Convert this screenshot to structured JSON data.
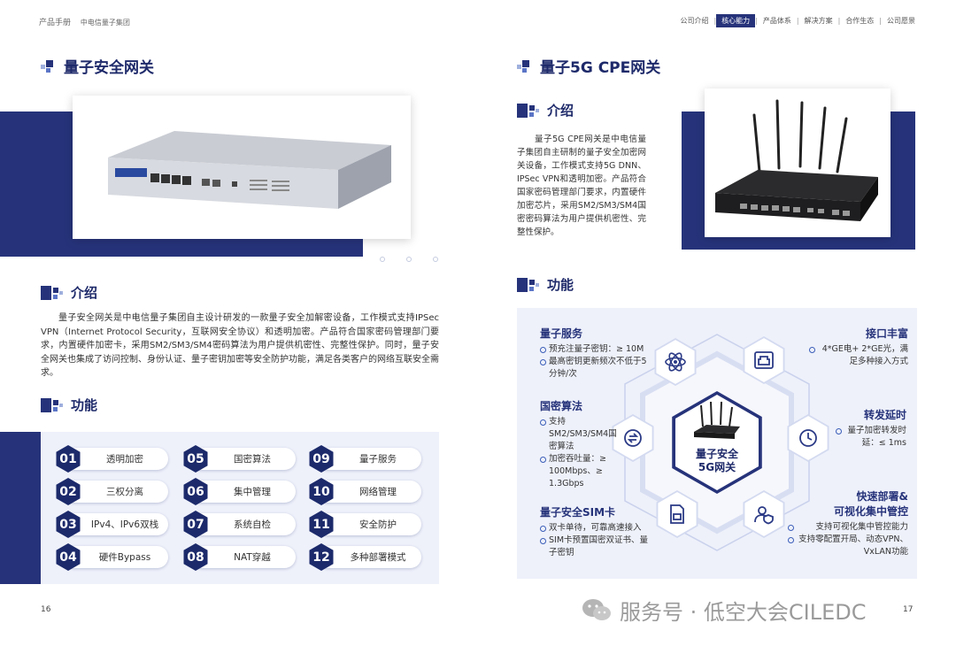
{
  "header": {
    "brand": "产品手册",
    "org": "中电信量子集团",
    "nav": [
      {
        "label": "公司介绍",
        "active": false
      },
      {
        "label": "核心能力",
        "active": true
      },
      {
        "label": "产品体系",
        "active": false
      },
      {
        "label": "解决方案",
        "active": false
      },
      {
        "label": "合作生态",
        "active": false
      },
      {
        "label": "公司愿景",
        "active": false
      }
    ]
  },
  "left": {
    "title": "量子安全网关",
    "intro_heading": "介绍",
    "intro_text": "量子安全网关是中电信量子集团自主设计研发的一款量子安全加解密设备，工作模式支持IPSec VPN（Internet Protocol Security，互联网安全协议）和透明加密。产品符合国家密码管理部门要求，内置硬件加密卡，采用SM2/SM3/SM4密码算法为用户提供机密性、完整性保护。同时，量子安全网关也集成了访问控制、身份认证、量子密钥加密等安全防护功能，满足各类客户的网络互联安全需求。",
    "func_heading": "功能",
    "features": [
      {
        "num": "01",
        "label": "透明加密"
      },
      {
        "num": "02",
        "label": "三权分离"
      },
      {
        "num": "03",
        "label": "IPv4、IPv6双栈"
      },
      {
        "num": "04",
        "label": "硬件Bypass"
      },
      {
        "num": "05",
        "label": "国密算法"
      },
      {
        "num": "06",
        "label": "集中管理"
      },
      {
        "num": "07",
        "label": "系统自检"
      },
      {
        "num": "08",
        "label": "NAT穿越"
      },
      {
        "num": "09",
        "label": "量子服务"
      },
      {
        "num": "10",
        "label": "网络管理"
      },
      {
        "num": "11",
        "label": "安全防护"
      },
      {
        "num": "12",
        "label": "多种部署模式"
      }
    ],
    "page_number": "16"
  },
  "right": {
    "title": "量子5G CPE网关",
    "intro_heading": "介绍",
    "intro_text": "量子5G  CPE网关是中电信量子集团自主研制的量子安全加密网关设备，工作模式支持5G DNN、IPSec VPN和透明加密。产品符合国家密码管理部门要求，内置硬件加密芯片，采用SM2/SM3/SM4国密密码算法为用户提供机密性、完整性保护。",
    "func_heading": "功能",
    "center_label_1": "量子安全",
    "center_label_2": "5G网关",
    "blocks": {
      "quantum_service": {
        "title": "量子服务",
        "items": [
          "预充注量子密钥：≥ 10M",
          "最高密钥更新频次不低于5分钟/次"
        ]
      },
      "interfaces": {
        "title": "接口丰富",
        "items": [
          "4*GE电+ 2*GE光，满足多种接入方式"
        ]
      },
      "crypto": {
        "title": "国密算法",
        "items": [
          "支持SM2/SM3/SM4国密算法",
          "加密吞吐量：≥ 100Mbps、≥ 1.3Gbps"
        ]
      },
      "latency": {
        "title": "转发延时",
        "items": [
          "量子加密转发时延：≤ 1ms"
        ]
      },
      "sim": {
        "title": "量子安全SIM卡",
        "items": [
          "双卡单待，可靠高速接入",
          "SIM卡预置国密双证书、量子密钥"
        ]
      },
      "deploy": {
        "title_1": "快速部署&",
        "title_2": "可视化集中管控",
        "items": [
          "支持可视化集中管控能力",
          "支持零配置开局、动态VPN、VxLAN功能"
        ]
      }
    },
    "page_number": "17"
  },
  "watermark": "服务号 · 低空大会CILEDC",
  "colors": {
    "navy": "#26337a",
    "accent": "#3a5db8",
    "panel": "#eef1fa"
  }
}
